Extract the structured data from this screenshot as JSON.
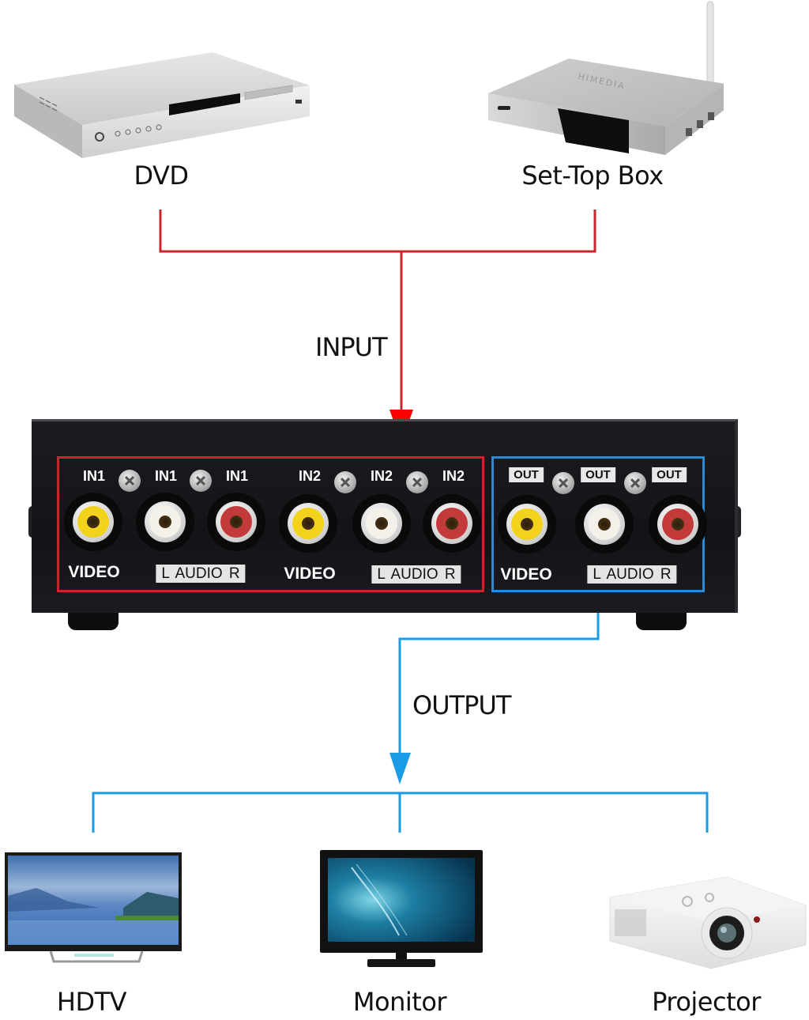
{
  "diagram": {
    "sources": [
      {
        "label": "DVD",
        "icon": "dvd-player-icon"
      },
      {
        "label": "Set-Top Box",
        "icon": "set-top-box-icon",
        "brand_text": "HIMEDIA"
      }
    ],
    "input_label": "INPUT",
    "output_label": "OUTPUT",
    "switch": {
      "input_ports": [
        {
          "top": "IN1",
          "type": "video",
          "color": "#f2d21a"
        },
        {
          "top": "IN1",
          "type": "audio-left",
          "color": "#f4f1ea"
        },
        {
          "top": "IN1",
          "type": "audio-right",
          "color": "#c23a3a"
        },
        {
          "top": "IN2",
          "type": "video",
          "color": "#f2d21a"
        },
        {
          "top": "IN2",
          "type": "audio-left",
          "color": "#f4f1ea"
        },
        {
          "top": "IN2",
          "type": "audio-right",
          "color": "#c23a3a"
        }
      ],
      "output_ports": [
        {
          "top": "OUT",
          "type": "video",
          "color": "#f2d21a"
        },
        {
          "top": "OUT",
          "type": "audio-left",
          "color": "#f4f1ea"
        },
        {
          "top": "OUT",
          "type": "audio-right",
          "color": "#c23a3a"
        }
      ],
      "video_label": "VIDEO",
      "audio_label": "L AUDIO R",
      "input_group_color": "#c8262b",
      "output_group_color": "#2a8ad6"
    },
    "destinations": [
      {
        "label": "HDTV",
        "icon": "hdtv-icon"
      },
      {
        "label": "Monitor",
        "icon": "monitor-icon"
      },
      {
        "label": "Projector",
        "icon": "projector-icon"
      }
    ],
    "colors": {
      "input_line": "#c8262b",
      "input_arrow": "#ff0000",
      "output_line": "#1a9be6"
    }
  }
}
